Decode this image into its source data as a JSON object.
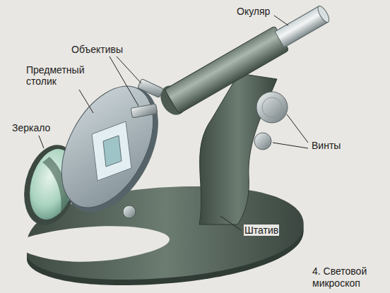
{
  "diagram": {
    "caption": "4. Световой микроскоп",
    "labels": [
      "Окуляр",
      "Объективы",
      "Предметный столик",
      "Зеркало",
      "Винты",
      "Штатив"
    ]
  }
}
